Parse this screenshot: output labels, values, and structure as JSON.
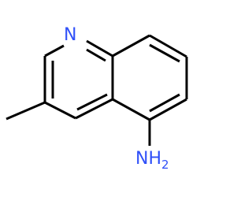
{
  "molecule": {
    "ring_nitrogen_label": "N",
    "amine_label": "NH",
    "amine_subscript": "2",
    "colors": {
      "bond": "#000000",
      "nitrogen": "#3050f8",
      "background": "#ffffff"
    }
  }
}
